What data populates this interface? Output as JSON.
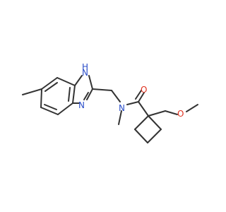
{
  "colors": {
    "bond": "#333333",
    "nitrogen": "#2b4ec9",
    "oxygen": "#e0301e",
    "background": "#ffffff"
  },
  "atoms": {
    "nh": "H",
    "n_ring_nh": "N",
    "n_ring": "N",
    "n_amide": "N",
    "o_carbonyl": "O",
    "o_ether": "O"
  }
}
